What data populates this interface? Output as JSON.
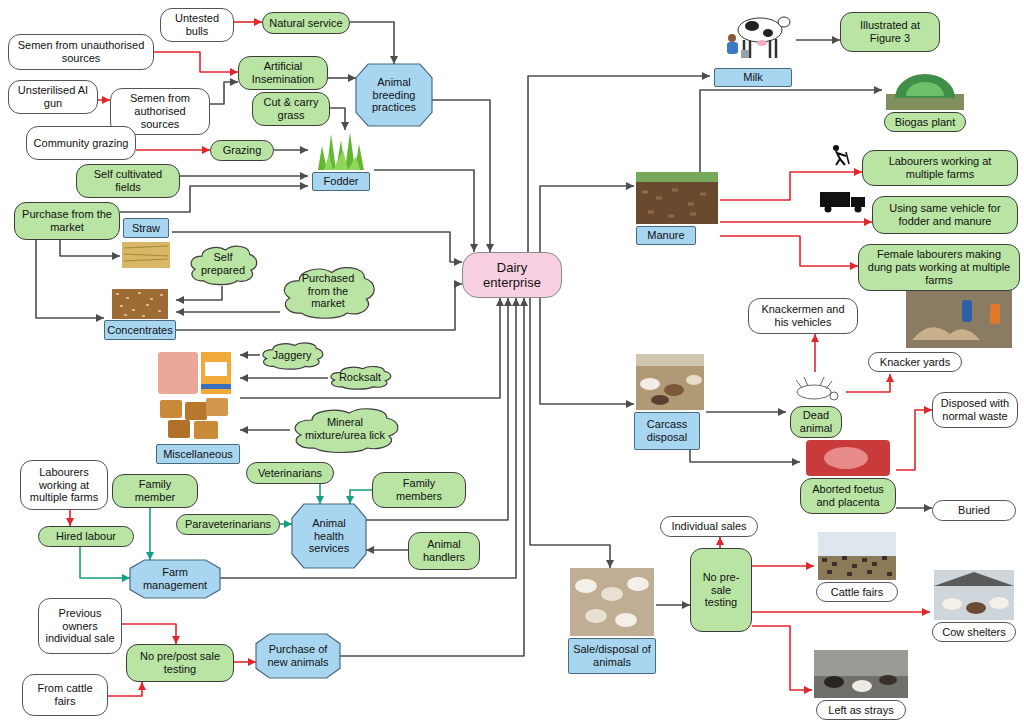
{
  "diagram": {
    "nodes": [
      {
        "text": [
          "Untested bulls"
        ]
      },
      {
        "text": [
          "Natural service"
        ]
      },
      {
        "text": [
          "Semen from unauthorised sources"
        ]
      },
      {
        "text": [
          "Artificial Insemination"
        ]
      },
      {
        "text": [
          "Unsterilised AI gun"
        ]
      },
      {
        "text": [
          "Semen from authorised sources"
        ]
      },
      {
        "text": [
          "Cut & carry grass"
        ]
      },
      {
        "text": [
          "Animal breeding practices"
        ]
      },
      {
        "text": [
          "Community grazing"
        ]
      },
      {
        "text": [
          "Grazing"
        ]
      },
      {
        "text": [
          "Self cultivated fields"
        ]
      },
      {
        "text": [
          "Fodder"
        ]
      },
      {
        "text": [
          "Purchase from the market"
        ]
      },
      {
        "text": [
          "Straw"
        ]
      },
      {
        "text": [
          "Self prepared"
        ]
      },
      {
        "text": [
          "Purchased from the market"
        ]
      },
      {
        "text": [
          "Concentrates"
        ]
      },
      {
        "text": [
          "Jaggery"
        ]
      },
      {
        "text": [
          "Rocksalt"
        ]
      },
      {
        "text": [
          "Mineral mixture/urea lick"
        ]
      },
      {
        "text": [
          "Miscellaneous"
        ]
      },
      {
        "text": [
          "Labourers working at multiple farms"
        ]
      },
      {
        "text": [
          "Family member"
        ]
      },
      {
        "text": [
          "Veterinarians"
        ]
      },
      {
        "text": [
          "Family members"
        ]
      },
      {
        "text": [
          "Hired labour"
        ]
      },
      {
        "text": [
          "Paraveterinarians"
        ]
      },
      {
        "text": [
          "Animal health services"
        ]
      },
      {
        "text": [
          "Animal handlers"
        ]
      },
      {
        "text": [
          "Farm management"
        ]
      },
      {
        "text": [
          "Previous owners individual sale"
        ]
      },
      {
        "text": [
          "No pre/post sale testing"
        ]
      },
      {
        "text": [
          "Purchase of new animals"
        ]
      },
      {
        "text": [
          "From cattle fairs"
        ]
      },
      {
        "text": [
          "Dairy enterprise"
        ]
      },
      {
        "text": [
          "Milk"
        ]
      },
      {
        "text": [
          "Illustrated at Figure 3"
        ]
      },
      {
        "text": [
          "Biogas plant"
        ]
      },
      {
        "text": [
          "Manure"
        ]
      },
      {
        "text": [
          "Labourers working at multiple farms"
        ]
      },
      {
        "text": [
          "Using same vehicle for fodder and manure"
        ]
      },
      {
        "text": [
          "Female labourers making dung pats working at multiple farms"
        ]
      },
      {
        "text": [
          "Knackermen and his vehicles"
        ]
      },
      {
        "text": [
          "Knacker yards"
        ]
      },
      {
        "text": [
          "Carcass disposal"
        ]
      },
      {
        "text": [
          "Dead animal"
        ]
      },
      {
        "text": [
          "Disposed with normal waste"
        ]
      },
      {
        "text": [
          "Aborted foetus and placenta"
        ]
      },
      {
        "text": [
          "Buried"
        ]
      },
      {
        "text": [
          "Individual sales"
        ]
      },
      {
        "text": [
          "Sale/disposal of animals"
        ]
      },
      {
        "text": [
          "No pre-sale testing"
        ]
      },
      {
        "text": [
          "Cattle fairs"
        ]
      },
      {
        "text": [
          "Cow shelters"
        ]
      },
      {
        "text": [
          "Left as strays"
        ]
      }
    ],
    "edges": [
      {
        "from": 0,
        "to": 1,
        "arrow": "to"
      },
      {
        "from": 1,
        "to": 7,
        "arrow": "to"
      },
      {
        "from": 2,
        "to": 3,
        "arrow": "to"
      },
      {
        "from": 4,
        "to": 5,
        "arrow": "to"
      },
      {
        "from": 5,
        "to": 3,
        "arrow": "to"
      },
      {
        "from": 3,
        "to": 7,
        "arrow": "to"
      },
      {
        "from": 6,
        "to": 11,
        "arrow": "to"
      },
      {
        "from": 8,
        "to": 9,
        "arrow": "to"
      },
      {
        "from": 9,
        "to": 11,
        "arrow": "to"
      },
      {
        "from": 10,
        "to": 11,
        "arrow": "to"
      },
      {
        "from": 12,
        "to": 11,
        "arrow": "to"
      },
      {
        "from": 12,
        "to": 13,
        "arrow": "to"
      },
      {
        "from": 12,
        "to": 16,
        "arrow": "to"
      },
      {
        "from": 14,
        "to": 16,
        "arrow": "to"
      },
      {
        "from": 15,
        "to": 16,
        "arrow": "to"
      },
      {
        "from": 7,
        "to": 34,
        "arrow": "to"
      },
      {
        "from": 11,
        "to": 34,
        "arrow": "to"
      },
      {
        "from": 13,
        "to": 34,
        "arrow": "to"
      },
      {
        "from": 16,
        "to": 34,
        "arrow": "to"
      },
      {
        "from": 17,
        "to": 20,
        "arrow": "to"
      },
      {
        "from": 18,
        "to": 20,
        "arrow": "to"
      },
      {
        "from": 19,
        "to": 20,
        "arrow": "to"
      },
      {
        "from": 20,
        "to": 34,
        "arrow": "to"
      },
      {
        "from": 21,
        "to": 25,
        "arrow": "to"
      },
      {
        "from": 22,
        "to": 29,
        "arrow": "to"
      },
      {
        "from": 25,
        "to": 29,
        "arrow": "to"
      },
      {
        "from": 23,
        "to": 27,
        "arrow": "to"
      },
      {
        "from": 26,
        "to": 27,
        "arrow": "to"
      },
      {
        "from": 24,
        "to": 27,
        "arrow": "to"
      },
      {
        "from": 28,
        "to": 27,
        "arrow": "to"
      },
      {
        "from": 27,
        "to": 34,
        "arrow": "to"
      },
      {
        "from": 29,
        "to": 34,
        "arrow": "to"
      },
      {
        "from": 30,
        "to": 31,
        "arrow": "to"
      },
      {
        "from": 33,
        "to": 31,
        "arrow": "to"
      },
      {
        "from": 31,
        "to": 32,
        "arrow": "to"
      },
      {
        "from": 32,
        "to": 34,
        "arrow": "to"
      },
      {
        "from": 34,
        "to": 35,
        "arrow": "to"
      },
      {
        "from": 35,
        "to": 36,
        "arrow": "to"
      },
      {
        "from": 34,
        "to": 38,
        "arrow": "to"
      },
      {
        "from": 38,
        "to": 37,
        "arrow": "to"
      },
      {
        "from": 38,
        "to": 39,
        "arrow": "to"
      },
      {
        "from": 38,
        "to": 40,
        "arrow": "to"
      },
      {
        "from": 38,
        "to": 41,
        "arrow": "to"
      },
      {
        "from": 34,
        "to": 44,
        "arrow": "to"
      },
      {
        "from": 44,
        "to": 45,
        "arrow": "to"
      },
      {
        "from": 44,
        "to": 47,
        "arrow": "to"
      },
      {
        "from": 45,
        "to": 42,
        "arrow": "to"
      },
      {
        "from": 45,
        "to": 43,
        "arrow": "to"
      },
      {
        "from": 47,
        "to": 46,
        "arrow": "to"
      },
      {
        "from": 47,
        "to": 48,
        "arrow": "to"
      },
      {
        "from": 34,
        "to": 50,
        "arrow": "to"
      },
      {
        "from": 50,
        "to": 51,
        "arrow": "to"
      },
      {
        "from": 51,
        "to": 49,
        "arrow": "to"
      },
      {
        "from": 51,
        "to": 52,
        "arrow": "to"
      },
      {
        "from": 51,
        "to": 53,
        "arrow": "to"
      },
      {
        "from": 51,
        "to": 54,
        "arrow": "to"
      }
    ]
  }
}
